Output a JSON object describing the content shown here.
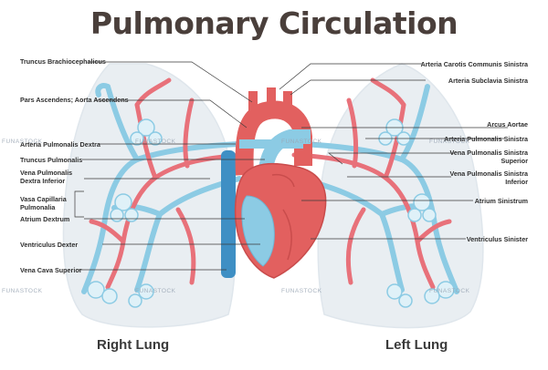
{
  "title": "Pulmonary Circulation",
  "colors": {
    "artery": "#e8717a",
    "vein": "#8ccbe4",
    "heart": "#e2605f",
    "lung": "#e9eef2",
    "text": "#2f2f2f"
  },
  "labels_left": [
    "Truncus Brachiocephalicus",
    "Pars Ascendens; Aorta Ascendens",
    "Arteria Pulmonalis Dextra",
    "Truncus Pulmonalis",
    "Vena Pulmonalis\nDextra Inferior",
    "Vasa Capillaria\nPulmonalia",
    "Atrium Dextrum",
    "Ventriculus Dexter",
    "Vena Cava Superior"
  ],
  "labels_right": [
    "Arteria Carotis Communis Sinistra",
    "Arteria Subclavia Sinistra",
    "Arcus Aortae",
    "Arteria Pulmonalis Sinistra",
    "Vena Pulmonalis Sinistra\nSuperior",
    "Vena Pulmonalis Sinistra\nInferior",
    "Atrium Sinistrum",
    "Ventriculus Sinister"
  ],
  "lungs": {
    "right": "Right Lung",
    "left": "Left Lung"
  },
  "watermark": "FUNASTOCK"
}
